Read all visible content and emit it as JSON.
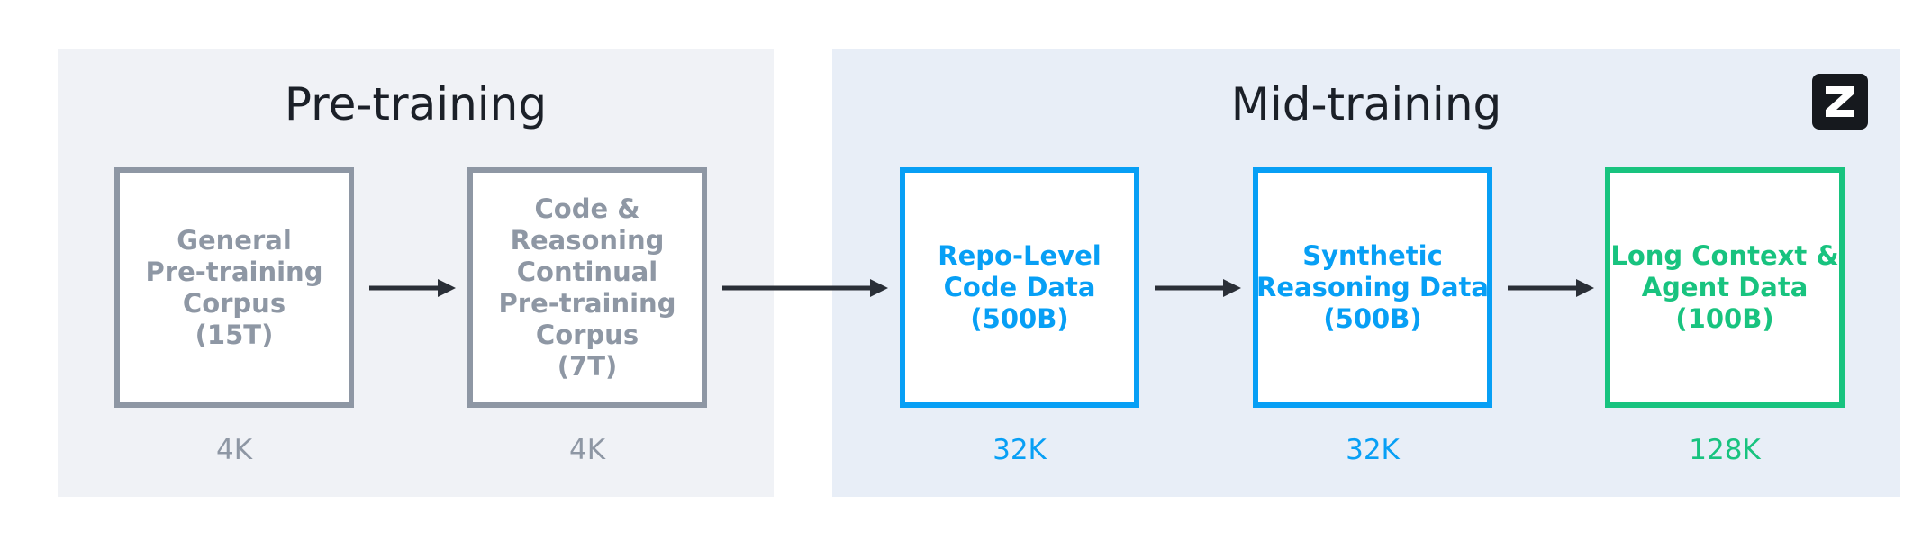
{
  "pretraining": {
    "title": "Pre-training",
    "stages": [
      {
        "lines": [
          "General",
          "Pre-training",
          "Corpus",
          "(15T)"
        ],
        "context": "4K",
        "color": "#8e97a4"
      },
      {
        "lines": [
          "Code &",
          "Reasoning",
          "Continual",
          "Pre-training",
          "Corpus",
          "(7T)"
        ],
        "context": "4K",
        "color": "#8e97a4"
      }
    ]
  },
  "midtraining": {
    "title": "Mid-training",
    "logo_icon": "z-logo-icon",
    "stages": [
      {
        "lines": [
          "Repo-Level",
          "Code Data",
          "(500B)"
        ],
        "context": "32K",
        "color": "#079ff5"
      },
      {
        "lines": [
          "Synthetic",
          "Reasoning Data",
          "(500B)"
        ],
        "context": "32K",
        "color": "#079ff5"
      },
      {
        "lines": [
          "Long Context &",
          "Agent Data",
          "(100B)"
        ],
        "context": "128K",
        "color": "#18c37f"
      }
    ]
  },
  "colors": {
    "pretraining_panel": "#f0f2f6",
    "midtraining_panel": "#e8eef7",
    "arrow": "#2a2f37",
    "title_text": "#1b2028"
  }
}
